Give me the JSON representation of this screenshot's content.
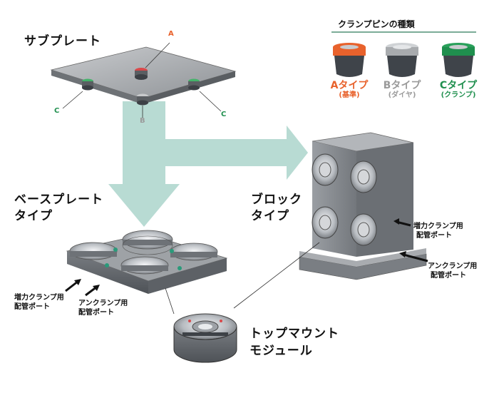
{
  "labels": {
    "subplate": "サブプレート",
    "baseplate_line1": "ベースプレート",
    "baseplate_line2": "タイプ",
    "block_line1": "ブロック",
    "block_line2": "タイプ",
    "topmount_line1": "トップマウント",
    "topmount_line2": "モジュール",
    "boost_port_line1": "増力クランプ用",
    "boost_port_line2": "配管ポート",
    "unclamp_port_line1": "アンクランプ用",
    "unclamp_port_line2": "配管ポート",
    "block_boost_line1": "増力クランプ用",
    "block_boost_line2": "配管ポート",
    "block_unclamp_line1": "アンクランプ用",
    "block_unclamp_line2": "配管ポート",
    "pin_a": "A",
    "pin_b": "B",
    "pin_c_left": "C",
    "pin_c_right": "C"
  },
  "pin_legend": {
    "title": "クランプピンの種類",
    "types": [
      {
        "name": "Aタイプ",
        "sub": "(基準)",
        "color": "#e8622c"
      },
      {
        "name": "Bタイプ",
        "sub": "(ダイヤ)",
        "color": "#a8a8a8"
      },
      {
        "name": "Cタイプ",
        "sub": "(クランプ)",
        "color": "#1f8f4e"
      }
    ]
  },
  "colors": {
    "arrow": "#b8dbd3",
    "metal": "#8c9094",
    "dark_metal": "#4a4f55",
    "line": "#2f7a5a"
  }
}
